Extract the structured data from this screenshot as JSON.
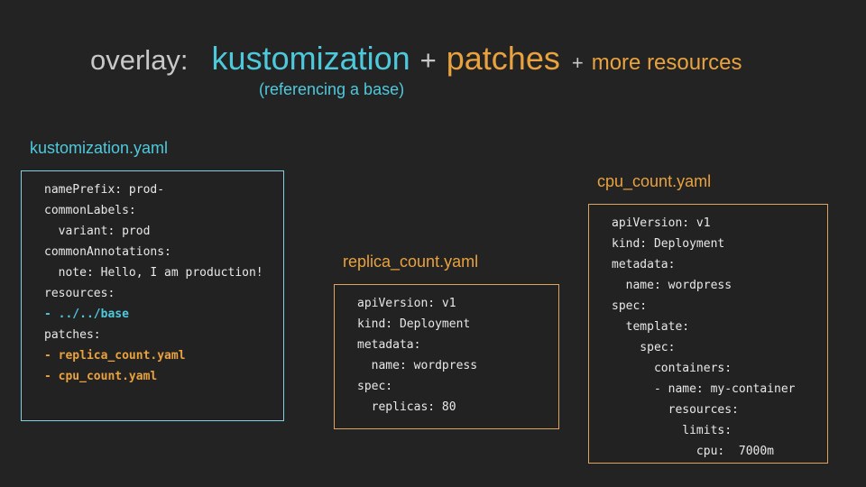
{
  "title": {
    "segments": [
      {
        "text": "overlay:"
      },
      {
        "text": "kustomization"
      },
      {
        "text": "+"
      },
      {
        "text": "patches"
      },
      {
        "text": "+"
      },
      {
        "text": "more resources"
      }
    ],
    "subtitle": "(referencing a base)"
  },
  "panels": [
    {
      "label": "kustomization.yaml",
      "accent": "cyan",
      "lines": [
        {
          "text": "namePrefix: prod-",
          "color": "default"
        },
        {
          "text": "commonLabels:",
          "color": "default"
        },
        {
          "text": "  variant: prod",
          "color": "default"
        },
        {
          "text": "commonAnnotations:",
          "color": "default"
        },
        {
          "text": "  note: Hello, I am production!",
          "color": "default"
        },
        {
          "text": "resources:",
          "color": "default"
        },
        {
          "text": "- ../../base",
          "color": "cyan"
        },
        {
          "text": "patches:",
          "color": "default"
        },
        {
          "text": "- replica_count.yaml",
          "color": "orange"
        },
        {
          "text": "- cpu_count.yaml",
          "color": "orange"
        }
      ]
    },
    {
      "label": "replica_count.yaml",
      "accent": "orange",
      "lines": [
        {
          "text": "apiVersion: v1",
          "color": "default"
        },
        {
          "text": "kind: Deployment",
          "color": "default"
        },
        {
          "text": "metadata:",
          "color": "default"
        },
        {
          "text": "  name: wordpress",
          "color": "default"
        },
        {
          "text": "spec:",
          "color": "default"
        },
        {
          "text": "  replicas: 80",
          "color": "default"
        }
      ]
    },
    {
      "label": "cpu_count.yaml",
      "accent": "orange",
      "lines": [
        {
          "text": "apiVersion: v1",
          "color": "default"
        },
        {
          "text": "kind: Deployment",
          "color": "default"
        },
        {
          "text": "metadata:",
          "color": "default"
        },
        {
          "text": "  name: wordpress",
          "color": "default"
        },
        {
          "text": "spec:",
          "color": "default"
        },
        {
          "text": "  template:",
          "color": "default"
        },
        {
          "text": "    spec:",
          "color": "default"
        },
        {
          "text": "      containers:",
          "color": "default"
        },
        {
          "text": "      - name: my-container",
          "color": "default"
        },
        {
          "text": "        resources:",
          "color": "default"
        },
        {
          "text": "          limits:",
          "color": "default"
        },
        {
          "text": "            cpu:  7000m",
          "color": "default"
        }
      ]
    }
  ],
  "colors": {
    "background": "#232323",
    "cyan_text": "#4ec9dc",
    "cyan_border": "#7fd3e0",
    "orange_text": "#e9a23d",
    "orange_border": "#dba45f",
    "title_gray": "#c8c8c8",
    "code_text": "#e8e8e8"
  }
}
